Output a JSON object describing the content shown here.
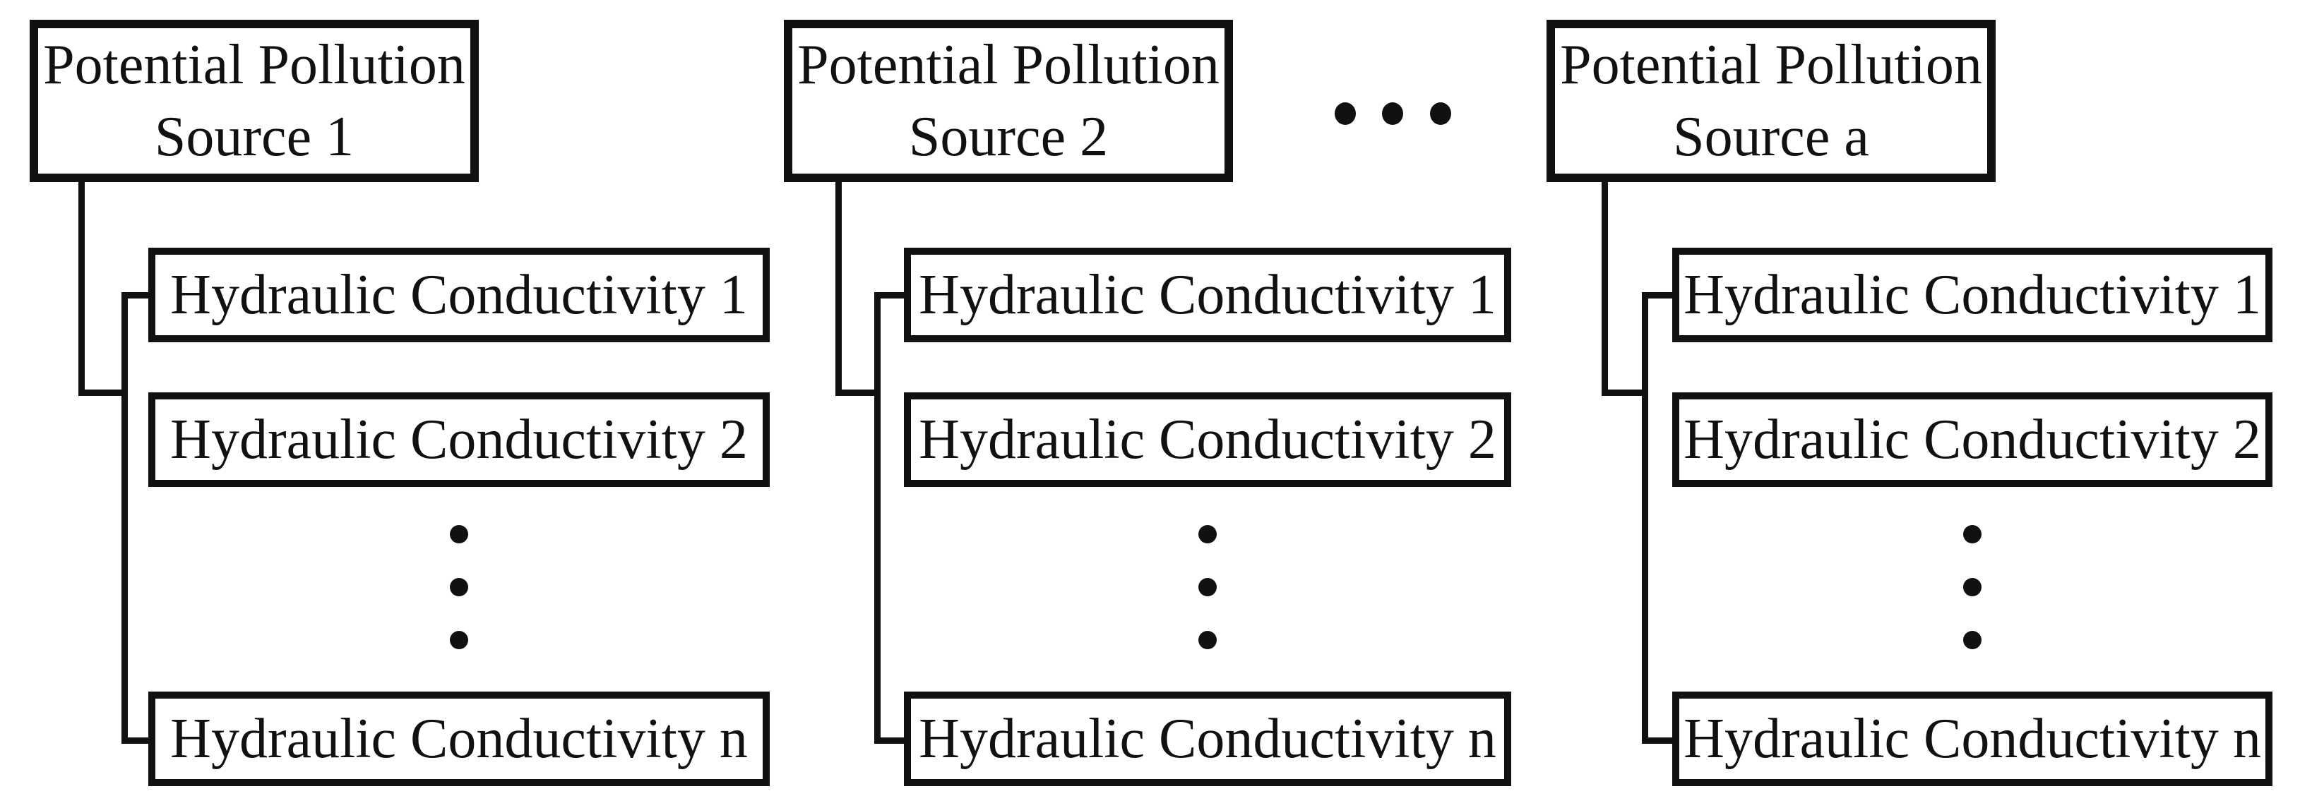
{
  "figure": {
    "background_color": "#ffffff",
    "line_color": "#111111",
    "columns": [
      {
        "source_line1": "Potential Pollution",
        "source_line2": "Source 1",
        "children": [
          "Hydraulic Conductivity 1",
          "Hydraulic Conductivity 2",
          "Hydraulic Conductivity n"
        ],
        "vertical_ellipsis_dots": 3
      },
      {
        "source_line1": "Potential Pollution",
        "source_line2": "Source 2",
        "children": [
          "Hydraulic Conductivity 1",
          "Hydraulic Conductivity 2",
          "Hydraulic Conductivity n"
        ],
        "vertical_ellipsis_dots": 3
      },
      {
        "source_line1": "Potential Pollution",
        "source_line2": "Source a",
        "children": [
          "Hydraulic Conductivity 1",
          "Hydraulic Conductivity 2",
          "Hydraulic Conductivity n"
        ],
        "vertical_ellipsis_dots": 3
      }
    ],
    "between_columns_ellipsis_dots": 3
  }
}
